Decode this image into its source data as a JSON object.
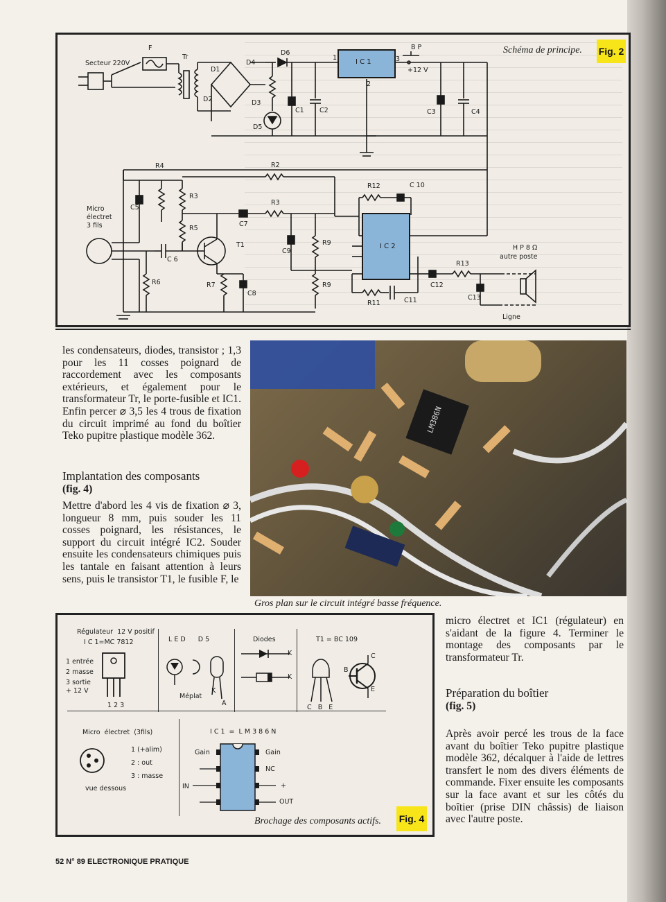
{
  "schematic": {
    "caption": "Schéma de principe.",
    "fig_label": "Fig. 2",
    "labels": {
      "fuse": "F",
      "mains": "Secteur 220V",
      "transformer": "Tr",
      "d1": "D1",
      "d2": "D2",
      "d3": "D3",
      "d4": "D4",
      "d5": "D5",
      "d6": "D6",
      "pin1": "1",
      "pin2": "2",
      "pin3": "3",
      "ic1": "I C 1",
      "bp": "B P",
      "v12": "+12 V",
      "c1": "C1",
      "c2": "C2",
      "c3": "C3",
      "c4": "C4",
      "r4": "R4",
      "r2": "R2",
      "r3a": "R3",
      "r3b": "R3",
      "r12": "R12",
      "c10": "C 10",
      "micro": "Micro\nélectret\n3 fils",
      "c5": "C5",
      "c7": "C7",
      "r5": "R5",
      "ic2": "I C 2",
      "c9": "C9",
      "r9a": "R9",
      "r9b": "R9",
      "c6": "C 6",
      "t1": "T1",
      "hp": "H P 8 Ω",
      "autre_poste": "autre poste",
      "r13": "R13",
      "r6": "R6",
      "r7": "R7",
      "c8": "C8",
      "c12": "C12",
      "c13": "C13",
      "r11": "R11",
      "c11": "C11",
      "ligne": "Ligne"
    }
  },
  "article_left": {
    "para1": "les condensateurs, diodes, transistor ; 1,3 pour les 11 cosses poignard de raccordement avec les composants extérieurs, et également pour le transformateur Tr, le porte-fusible et IC1. Enfin percer ⌀ 3,5 les 4 trous de fixation du circuit imprimé au fond du boîtier Teko pupitre plastique modèle 362.",
    "heading": "Implantation des composants",
    "heading_sub": "(fig. 4)",
    "para2": "Mettre d'abord les 4 vis de fixation ⌀ 3, longueur 8 mm, puis souder les 11 cosses poignard, les résistances, le support du circuit intégré IC2. Souder ensuite les condensateurs chimiques puis les tantale en faisant attention à leurs sens, puis le transistor T1, le fusible F, le"
  },
  "photo": {
    "caption": "Gros plan sur le circuit intégré basse fréquence.",
    "chip_text": "LM386N"
  },
  "pinout": {
    "caption": "Brochage des composants actifs.",
    "fig_label": "Fig. 4",
    "regulator_title": "Régulateur  12 V positif",
    "regulator_sub": "I C 1=MC 7812",
    "regulator_pins": [
      "1 entrée",
      "2 masse",
      "3 sortie",
      "+ 12 V"
    ],
    "regulator_pin_nums": "1 2 3",
    "led_title": "L E D      D 5",
    "led_meplat": "Méplat",
    "led_k": "K",
    "led_a": "A",
    "diodes_title": "Diodes",
    "diode_k": "K",
    "transistor_title": "T1 = BC 109",
    "transistor_pins": "C   B   E",
    "t_c": "C",
    "t_b": "B",
    "t_e": "E",
    "micro_title": "Micro  électret  (3fils)",
    "micro_pins": [
      "1 (+alim)",
      "2 : out",
      "3 : masse"
    ],
    "micro_view": "vue dessous",
    "ic_title": "I C 1  =  L M 3 8 6 N",
    "ic_left": [
      "Gain",
      "IN"
    ],
    "ic_right": [
      "Gain",
      "NC",
      "+",
      "OUT"
    ]
  },
  "article_right": {
    "para1": "micro électret et IC1 (régulateur) en s'aidant de la figure 4. Terminer le montage des composants par le transformateur Tr.",
    "heading": "Préparation du boîtier",
    "heading_sub": "(fig. 5)",
    "para2": "Après avoir percé les trous de la face avant du boîtier Teko pupitre plastique modèle 362, décalquer à l'aide de lettres transfert le nom des divers éléments de commande. Fixer ensuite les composants sur la face avant et sur les côtés du boîtier (prise DIN châssis) de liaison avec l'autre poste."
  },
  "footer": "52 N° 89 ELECTRONIQUE PRATIQUE"
}
